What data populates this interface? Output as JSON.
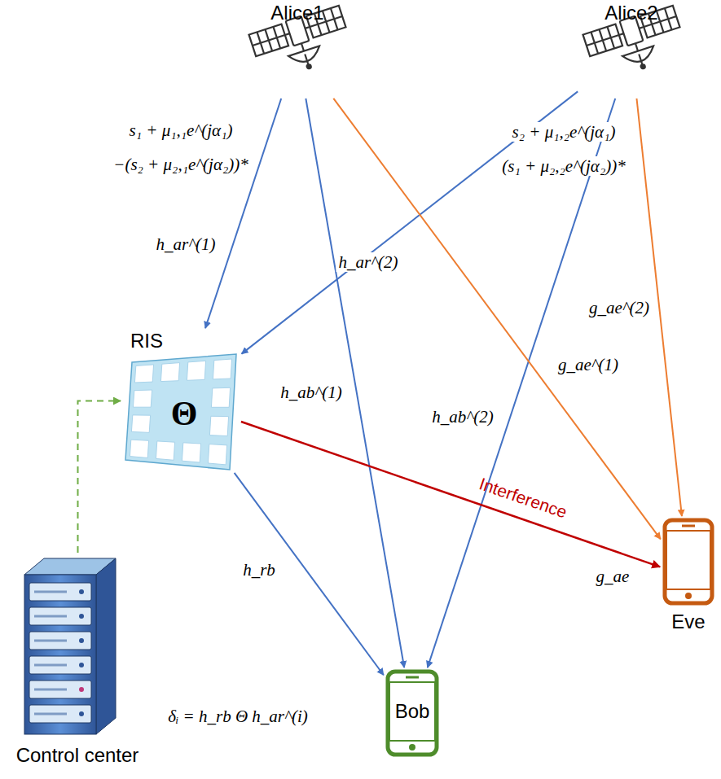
{
  "diagram": {
    "nodes": [
      {
        "text": [
          "Alice1"
        ]
      },
      {
        "text": [
          "Alice2"
        ]
      },
      {
        "text": [
          "RIS",
          "Θ"
        ]
      },
      {
        "text": [
          "Control center"
        ]
      },
      {
        "text": [
          "Bob"
        ]
      },
      {
        "text": [
          "Eve"
        ]
      }
    ],
    "edges": [
      {
        "from": 0,
        "to": 2,
        "arrow": "to",
        "label": "h_ar^(1)"
      },
      {
        "from": 1,
        "to": 2,
        "arrow": "to",
        "label": "h_ar^(2)"
      },
      {
        "from": 0,
        "to": 4,
        "arrow": "to",
        "label": "h_ab^(1)"
      },
      {
        "from": 1,
        "to": 4,
        "arrow": "to",
        "label": "h_ab^(2)"
      },
      {
        "from": 0,
        "to": 5,
        "arrow": "to",
        "label": "g_ae^(1)"
      },
      {
        "from": 1,
        "to": 5,
        "arrow": "to",
        "label": "g_ae^(2)"
      },
      {
        "from": 2,
        "to": 4,
        "arrow": "to",
        "label": "h_rb"
      },
      {
        "from": 2,
        "to": 5,
        "arrow": "to",
        "label": "g_ae"
      },
      {
        "from": 3,
        "to": 2,
        "arrow": "to"
      }
    ],
    "labels": [
      "s₁ + μ₁,₁e^(jα₁)",
      "−(s₂ + μ₂,₁e^(jα₂))*",
      "s₂ + μ₁,₂e^(jα₁)",
      "(s₁ + μ₂,₂e^(jα₂))*",
      "Interference",
      "δᵢ = h_rb Θ h_ar^(i)"
    ]
  }
}
